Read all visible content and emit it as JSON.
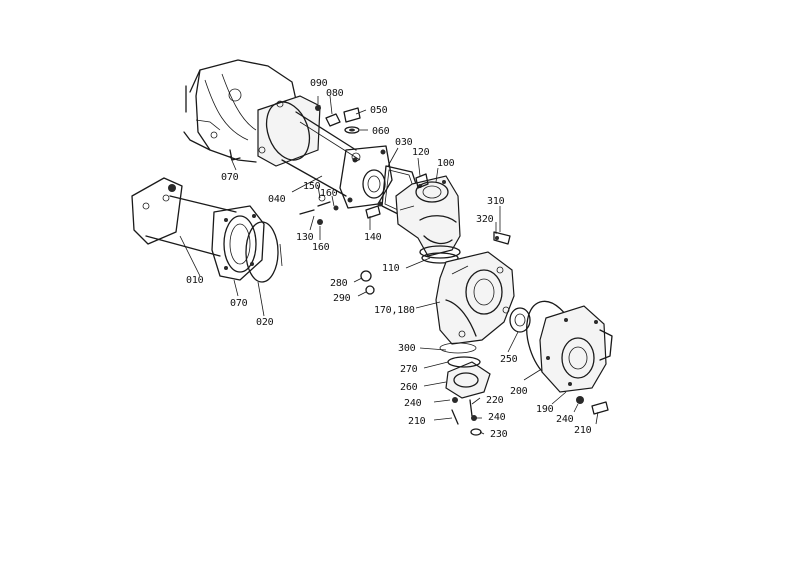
{
  "diagram": {
    "type": "exploded-parts-view",
    "callouts": [
      {
        "id": "c090",
        "label": "090"
      },
      {
        "id": "c080",
        "label": "080"
      },
      {
        "id": "c050",
        "label": "050"
      },
      {
        "id": "c060",
        "label": "060"
      },
      {
        "id": "c030",
        "label": "030"
      },
      {
        "id": "c120",
        "label": "120"
      },
      {
        "id": "c100",
        "label": "100"
      },
      {
        "id": "c070a",
        "label": "070"
      },
      {
        "id": "c040",
        "label": "040"
      },
      {
        "id": "c150",
        "label": "150"
      },
      {
        "id": "c160a",
        "label": "160"
      },
      {
        "id": "c130",
        "label": "130"
      },
      {
        "id": "c160b",
        "label": "160"
      },
      {
        "id": "c140",
        "label": "140"
      },
      {
        "id": "c310",
        "label": "310"
      },
      {
        "id": "c320",
        "label": "320"
      },
      {
        "id": "c110",
        "label": "110"
      },
      {
        "id": "c280",
        "label": "280"
      },
      {
        "id": "c290",
        "label": "290"
      },
      {
        "id": "c170",
        "label": "170,180"
      },
      {
        "id": "c010",
        "label": "010"
      },
      {
        "id": "c070b",
        "label": "070"
      },
      {
        "id": "c020",
        "label": "020"
      },
      {
        "id": "c300",
        "label": "300"
      },
      {
        "id": "c270",
        "label": "270"
      },
      {
        "id": "c260",
        "label": "260"
      },
      {
        "id": "c250",
        "label": "250"
      },
      {
        "id": "c200",
        "label": "200"
      },
      {
        "id": "c240a",
        "label": "240"
      },
      {
        "id": "c220",
        "label": "220"
      },
      {
        "id": "c210a",
        "label": "210"
      },
      {
        "id": "c240b",
        "label": "240"
      },
      {
        "id": "c230",
        "label": "230"
      },
      {
        "id": "c190",
        "label": "190"
      },
      {
        "id": "c240c",
        "label": "240"
      },
      {
        "id": "c210b",
        "label": "210"
      }
    ]
  }
}
